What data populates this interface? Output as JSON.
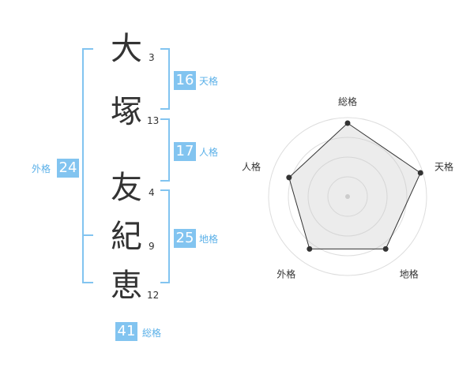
{
  "name_chars": [
    {
      "char": "大",
      "strokes": "3"
    },
    {
      "char": "塚",
      "strokes": "13"
    },
    {
      "char": "友",
      "strokes": "4"
    },
    {
      "char": "紀",
      "strokes": "9"
    },
    {
      "char": "恵",
      "strokes": "12"
    }
  ],
  "fortunes": {
    "tenkaku": {
      "value": "16",
      "label": "天格"
    },
    "jinkaku": {
      "value": "17",
      "label": "人格"
    },
    "chikaku": {
      "value": "25",
      "label": "地格"
    },
    "gaikaku": {
      "value": "24",
      "label": "外格"
    },
    "soukaku": {
      "value": "41",
      "label": "総格"
    }
  },
  "colors": {
    "accent": "#82c4f0",
    "accent_text": "#5ab0e8",
    "text": "#333333"
  },
  "chart_data": {
    "type": "radar",
    "axes": [
      "総格",
      "天格",
      "地格",
      "外格",
      "人格"
    ],
    "values": [
      0.93,
      0.97,
      0.82,
      0.82,
      0.78
    ],
    "range": [
      0,
      1
    ],
    "rings": 4
  }
}
